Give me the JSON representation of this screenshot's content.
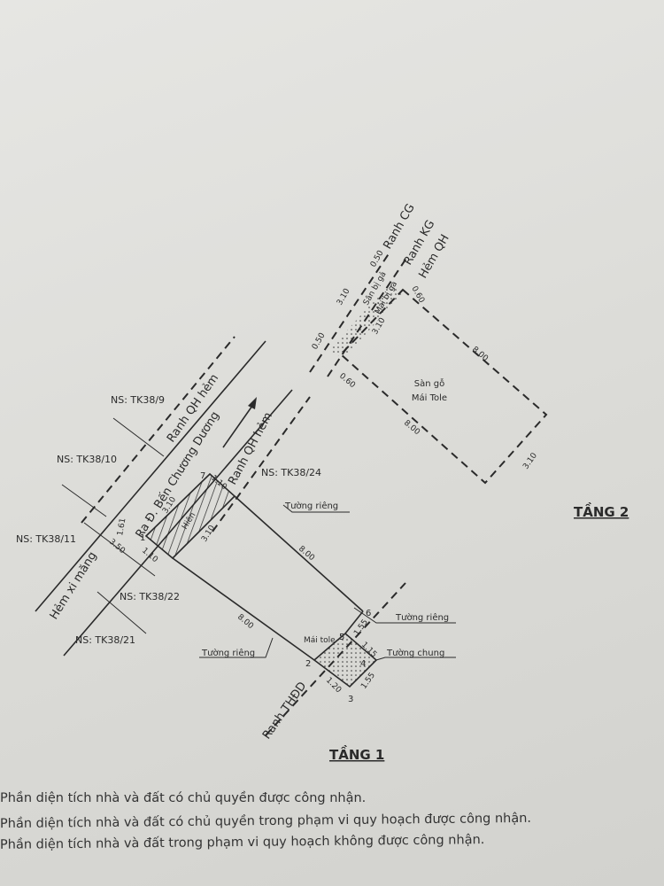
{
  "floor2": {
    "title": "TẦNG 2",
    "labels": {
      "ranh_cg": "Ranh CG",
      "ranh_kg": "Ranh KG",
      "hem_qh": "Hẻm QH",
      "san_bi_ga": "Sân bị gả",
      "mai_bi_ga": "Mái bị gả",
      "san_go": "Sàn gỗ",
      "mai_tole": "Mái Tole"
    },
    "dims": {
      "d050a": "0.50",
      "d050b": "0.50",
      "d310a": "3.10",
      "d310b": "3.10",
      "d060a": "0.60",
      "d060b": "0.60",
      "d800a": "8.00",
      "d800b": "8.00",
      "d310c": "3.10"
    }
  },
  "floor1": {
    "title": "TẦNG 1",
    "labels": {
      "ranh_qh_hem_left": "Ranh QH hẻm",
      "ranh_qh_hem_right": "Ranh QH hẻm",
      "road": "Ra Đ. Bến Chương Dương",
      "hem_xi_mang": "Hẻm xi măng",
      "hien": "Hiên",
      "ranh_thdd": "Ranh THĐD",
      "tuong_rieng_top": "Tường riêng",
      "tuong_rieng_right": "Tường riêng",
      "tuong_rieng_left": "Tường riêng",
      "tuong_chung": "Tường chung",
      "mai_tole": "Mái tole"
    },
    "neighbors": [
      "NS: TK38/9",
      "NS: TK38/10",
      "NS: TK38/11",
      "NS: TK38/22",
      "NS: TK38/21",
      "NS: TK38/24"
    ],
    "points": [
      "1",
      "2",
      "3",
      "4",
      "5",
      "6",
      "7"
    ],
    "dims": {
      "d161": "1.61",
      "d350": "3.50",
      "d110a": "1.10",
      "d110b": "1.10",
      "d310a": "3.10",
      "d310b": "3.10",
      "d800a": "8.00",
      "d800b": "8.00",
      "d155a": "1.55",
      "d115": "1.15",
      "d155b": "1.55",
      "d120": "1.20"
    }
  },
  "legend": [
    "Phần diện tích nhà và đất có chủ quyền được công nhận.",
    "Phần diện tích nhà và đất có chủ quyền trong phạm vi quy hoạch được công nhận.",
    "Phần diện tích nhà và đất trong phạm vi quy hoạch không được công nhận."
  ]
}
